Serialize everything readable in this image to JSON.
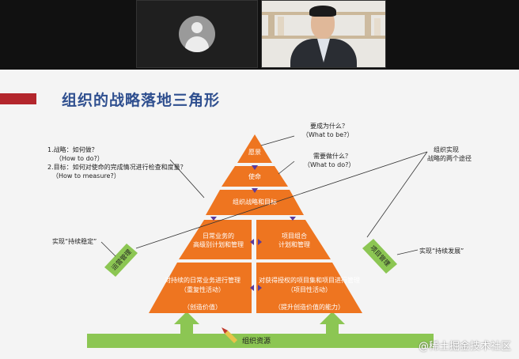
{
  "video": {
    "tiles": [
      {
        "name": "participant-avatar",
        "kind": "placeholder"
      },
      {
        "name": "speaker-video",
        "kind": "camera"
      }
    ]
  },
  "slide": {
    "title": "组织的战略落地三角形",
    "pyramid": {
      "apex": "愿景",
      "mission": "使命",
      "goals": "组织战略和目标",
      "left_mid": [
        "日常业务的",
        "高级别计划和管理"
      ],
      "right_mid": [
        "项目组合",
        "计划和管理"
      ],
      "left_bottom": [
        "对持续的日常业务进行管理",
        "（重复性活动）",
        "（创造价值）"
      ],
      "right_bottom": [
        "对获得授权的项目集和项目进行管理",
        "（项目性活动）",
        "（提升创造价值的能力）"
      ],
      "left_side": "运营管理",
      "right_side": "项目管理"
    },
    "callouts": {
      "top_q1": [
        "要成为什么？",
        "（What to be?）"
      ],
      "top_q2": [
        "需要做什么？",
        "（What to do?）"
      ],
      "strategy": [
        "1.战略：如何做？",
        "（How to do?）",
        "2.目标：如何对使命的完成情况进行检查和度量？",
        "（How to measure?）"
      ],
      "two_paths": [
        "组织实现",
        "战略的两个途径"
      ],
      "left_stable": "实现“持续稳定”",
      "right_dev": "实现“持续发展”"
    },
    "resources": "组织资源",
    "watermark": "@稀土掘金技术社区",
    "colors": {
      "orange": "#ee7520",
      "green": "#8cc653",
      "title": "#2f4f8f",
      "accent_red": "#b3262c",
      "marker": "#5b3a9b"
    }
  }
}
